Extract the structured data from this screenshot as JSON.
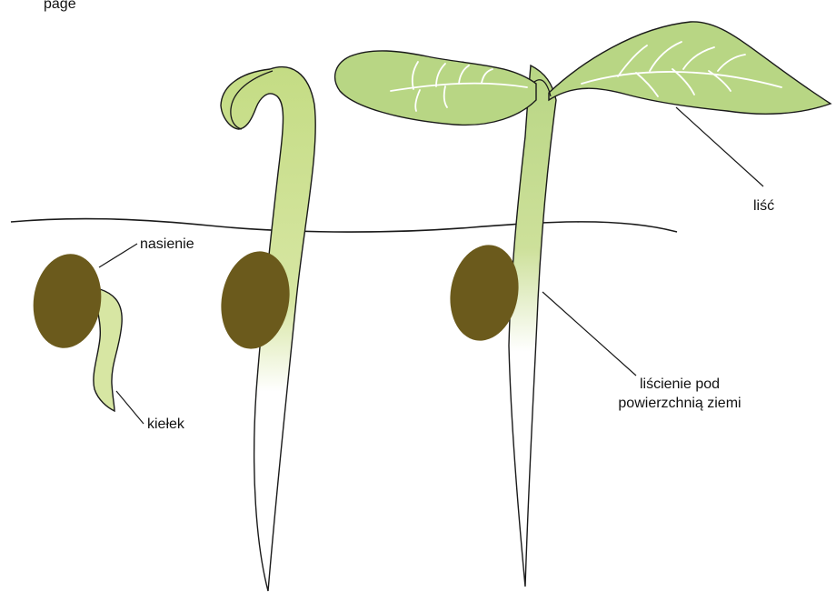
{
  "page_header_fragment": "page",
  "labels": {
    "seed": "nasienie",
    "sprout": "kiełek",
    "leaf": "liść",
    "cotyledons_line1": "liścienie pod",
    "cotyledons_line2": "powierzchnią ziemi"
  },
  "colors": {
    "seed": "#6b5a1c",
    "leaf": "#b8d684",
    "stem_light": "#d9e6a6",
    "stem": "#c2db80",
    "outline": "#1a1a1a",
    "vein": "#ffffff"
  }
}
